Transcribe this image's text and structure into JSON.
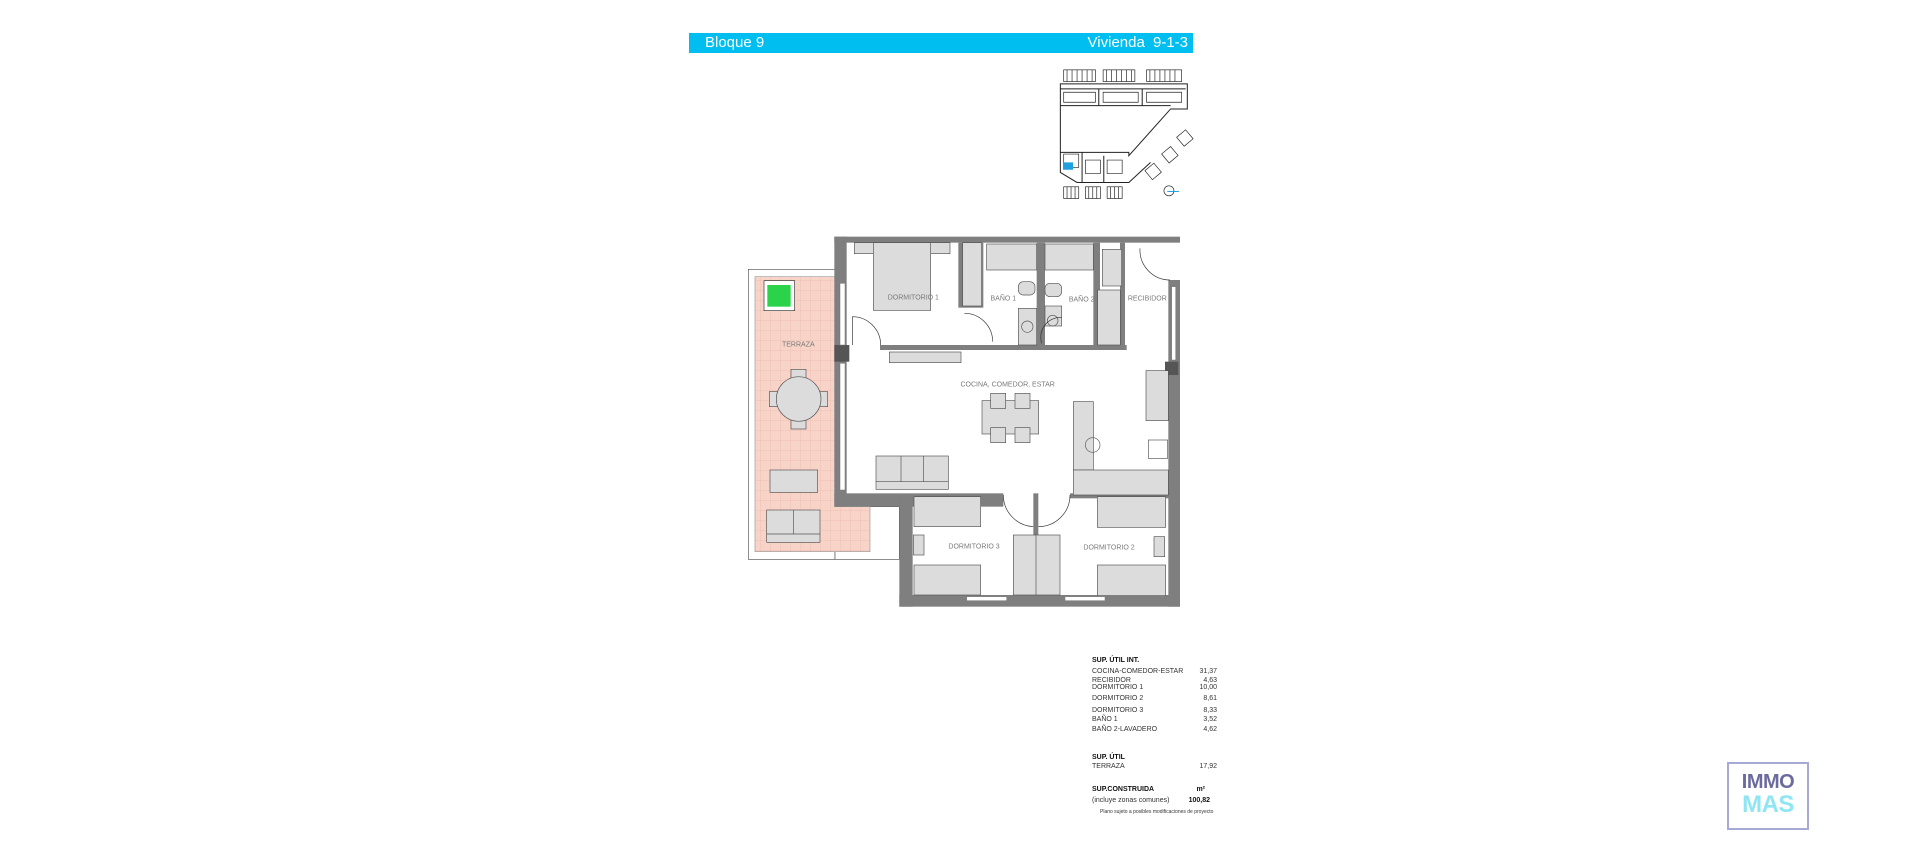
{
  "header": {
    "block": "Bloque 9",
    "unit": "Vivienda  9-1-3",
    "color": "#00bff0"
  },
  "rooms": {
    "dormitorio1": "DORMITORIO 1",
    "bano1": "BAÑO 1",
    "bano2": "BAÑO 2",
    "recibidor": "RECIBIDOR",
    "terraza": "TERRAZA",
    "cocina": "COCINA, COMEDOR, ESTAR",
    "dormitorio3": "DORMITORIO 3",
    "dormitorio2": "DORMITORIO 2"
  },
  "surface_table": {
    "interior_title": "SUP. ÚTIL INT.",
    "interior_rows": [
      {
        "room": "COCINA-COMEDOR-ESTAR",
        "value": "31,37"
      },
      {
        "room": "RECIBIDOR",
        "value": "4,63"
      },
      {
        "room": "DORMITORIO 1",
        "value": "10,00"
      },
      {
        "room": "DORMITORIO 2",
        "value": "8,61"
      },
      {
        "room": "DORMITORIO 3",
        "value": "8,33"
      },
      {
        "room": "BAÑO 1",
        "value": "3,52"
      },
      {
        "room": "BAÑO 2-LAVADERO",
        "value": "4,62"
      }
    ],
    "util_title": "SUP. ÚTIL",
    "util_rows": [
      {
        "room": "TERRAZA",
        "value": "17,92"
      }
    ],
    "built_title": "SUP.CONSTRUIDA",
    "built_unit": "m²",
    "built_note": "(incluye zonas comunes)",
    "built_value": "100,82",
    "footnote": "Plano sujeto a posibles modificaciones de proyecto"
  },
  "logo": {
    "line1": "IMMO",
    "line2": "MAS"
  },
  "colors": {
    "terrace": "#f7d3c8",
    "highlight_unit": "#1fa0e0",
    "planter": "#2bd34a",
    "wall": "#7f7f7f",
    "furniture": "#dcdcdc"
  }
}
